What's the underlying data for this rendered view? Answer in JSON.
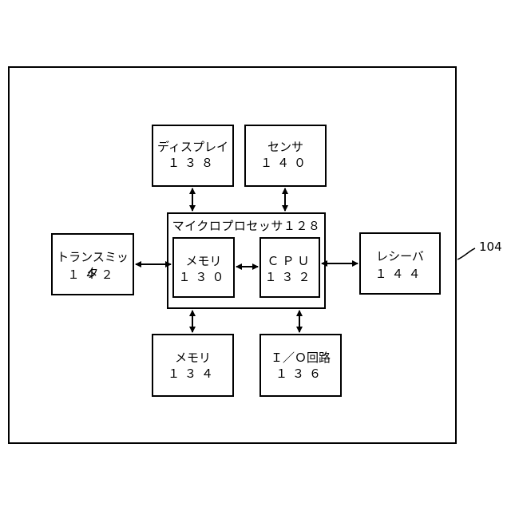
{
  "device": {
    "ref": "104"
  },
  "display": {
    "label": "ディスプレイ",
    "num": "１３８"
  },
  "sensor": {
    "label": "センサ",
    "num": "１４０"
  },
  "microprocessor": {
    "label": "マイクロプロセッサ１２８"
  },
  "memory_inner": {
    "label": "メモリ",
    "num": "１３０"
  },
  "cpu": {
    "label": "ＣＰＵ",
    "num": "１３２"
  },
  "transmitter": {
    "label": "トランスミッタ",
    "num": "１４２"
  },
  "receiver": {
    "label": "レシーバ",
    "num": "１４４"
  },
  "memory": {
    "label": "メモリ",
    "num": "１３４"
  },
  "io": {
    "label": "Ｉ／Ｏ回路",
    "num": "１３６"
  }
}
